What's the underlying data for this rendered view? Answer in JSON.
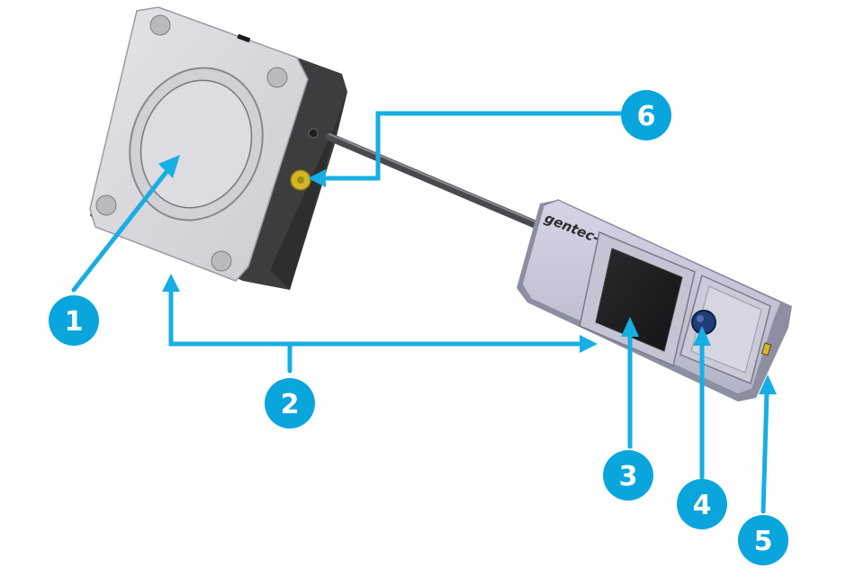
{
  "colors": {
    "callout": "#0aa5dd",
    "arrow": "#17aee3",
    "housing_face": "#d8d8dc",
    "housing_side": "#3d3d40",
    "probe_body": "#c9c9db",
    "probe_dark": "#2d2d30",
    "port": "#d6b628"
  },
  "device": {
    "brand_text": "gentec-eo"
  },
  "callouts": [
    {
      "number": "1"
    },
    {
      "number": "2"
    },
    {
      "number": "3"
    },
    {
      "number": "4"
    },
    {
      "number": "5"
    },
    {
      "number": "6"
    }
  ]
}
